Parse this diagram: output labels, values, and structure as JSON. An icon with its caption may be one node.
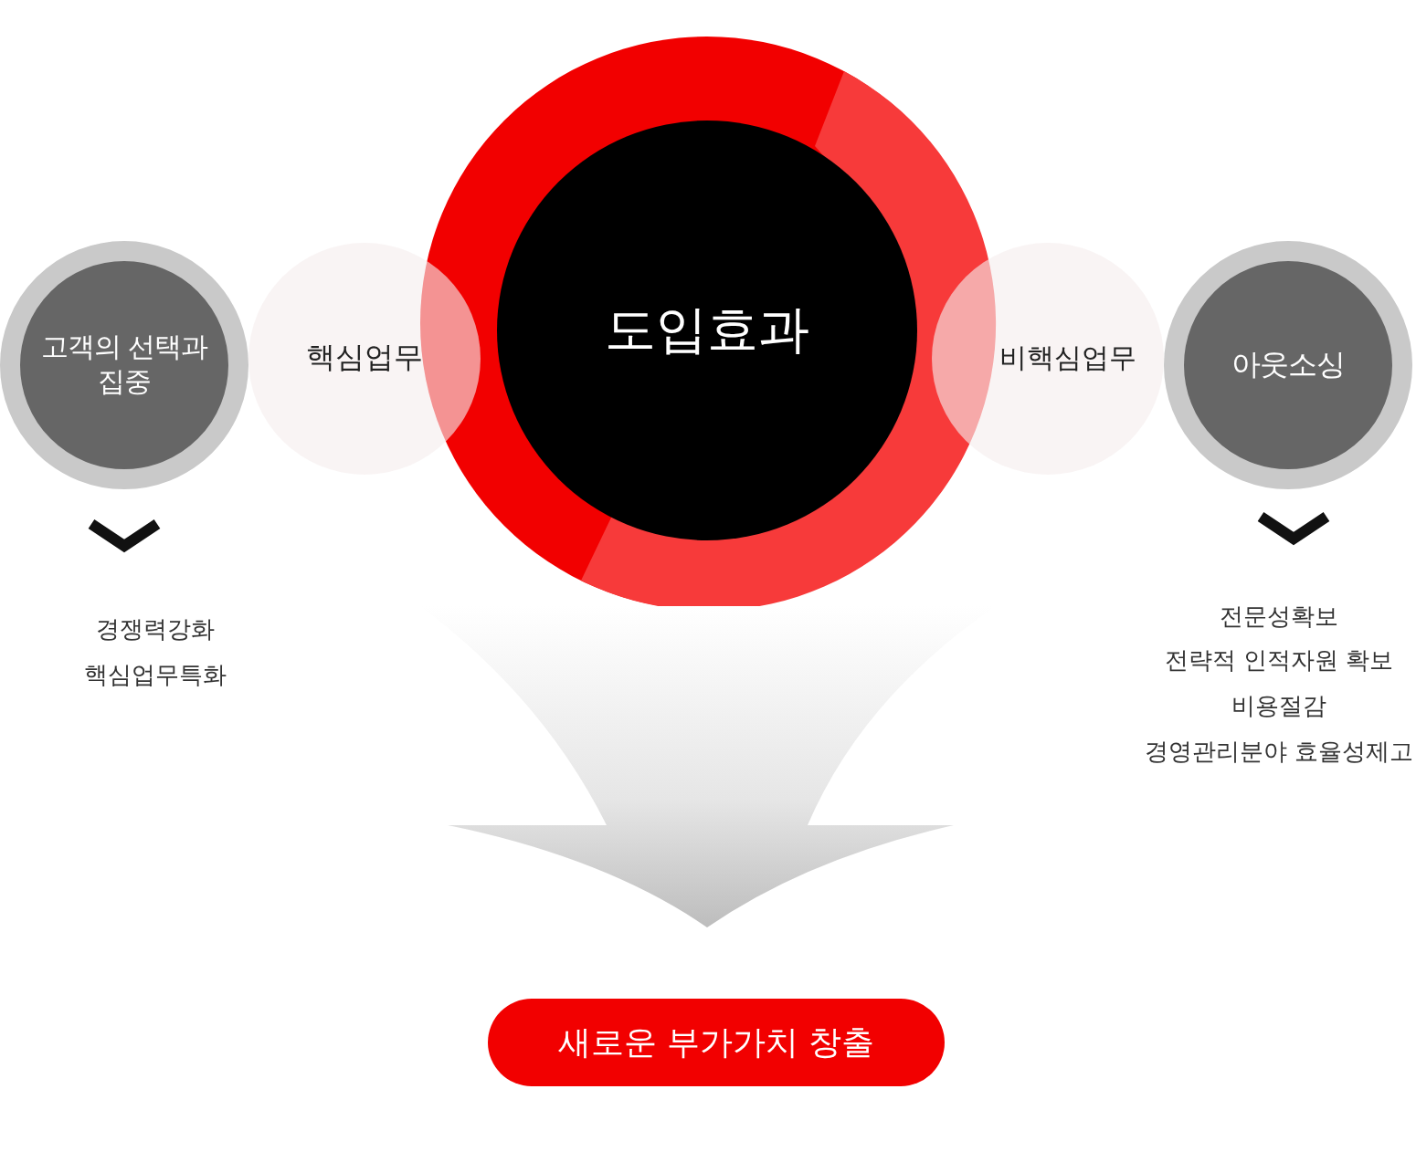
{
  "diagram": {
    "nodes": [
      {
        "text": [
          "고객의 선택과 집중"
        ]
      },
      {
        "text": [
          "핵심업무"
        ]
      },
      {
        "text": [
          "도입효과"
        ]
      },
      {
        "text": [
          "비핵심업무"
        ]
      },
      {
        "text": [
          "아웃소싱"
        ]
      },
      {
        "text": [
          "새로운 부가가치 창출"
        ]
      },
      {
        "text": [
          "경쟁력강화",
          "핵심업무특화"
        ]
      },
      {
        "text": [
          "전문성확보",
          "전략적 인적자원 확보",
          "비용절감",
          "경영관리분야 효율성제고"
        ]
      }
    ],
    "edges": [
      {
        "from": 0,
        "to": 6,
        "arrow": "to"
      },
      {
        "from": 4,
        "to": 7,
        "arrow": "to"
      },
      {
        "from": 2,
        "to": 5,
        "arrow": "to"
      }
    ]
  }
}
